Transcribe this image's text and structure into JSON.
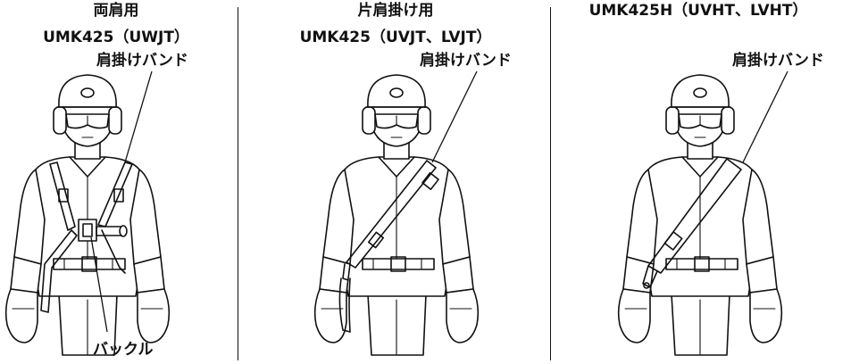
{
  "panels": [
    {
      "title": "両肩用",
      "model": "UMK425（UWJT）",
      "strap_label": "肩掛けバンド",
      "buckle_label": "バックル"
    },
    {
      "title": "片肩掛け用",
      "model": "UMK425（UVJT、LVJT）",
      "strap_label": "肩掛けバンド"
    },
    {
      "model": "UMK425H（UVHT、LVHT）",
      "strap_label": "肩掛けバンド"
    }
  ]
}
